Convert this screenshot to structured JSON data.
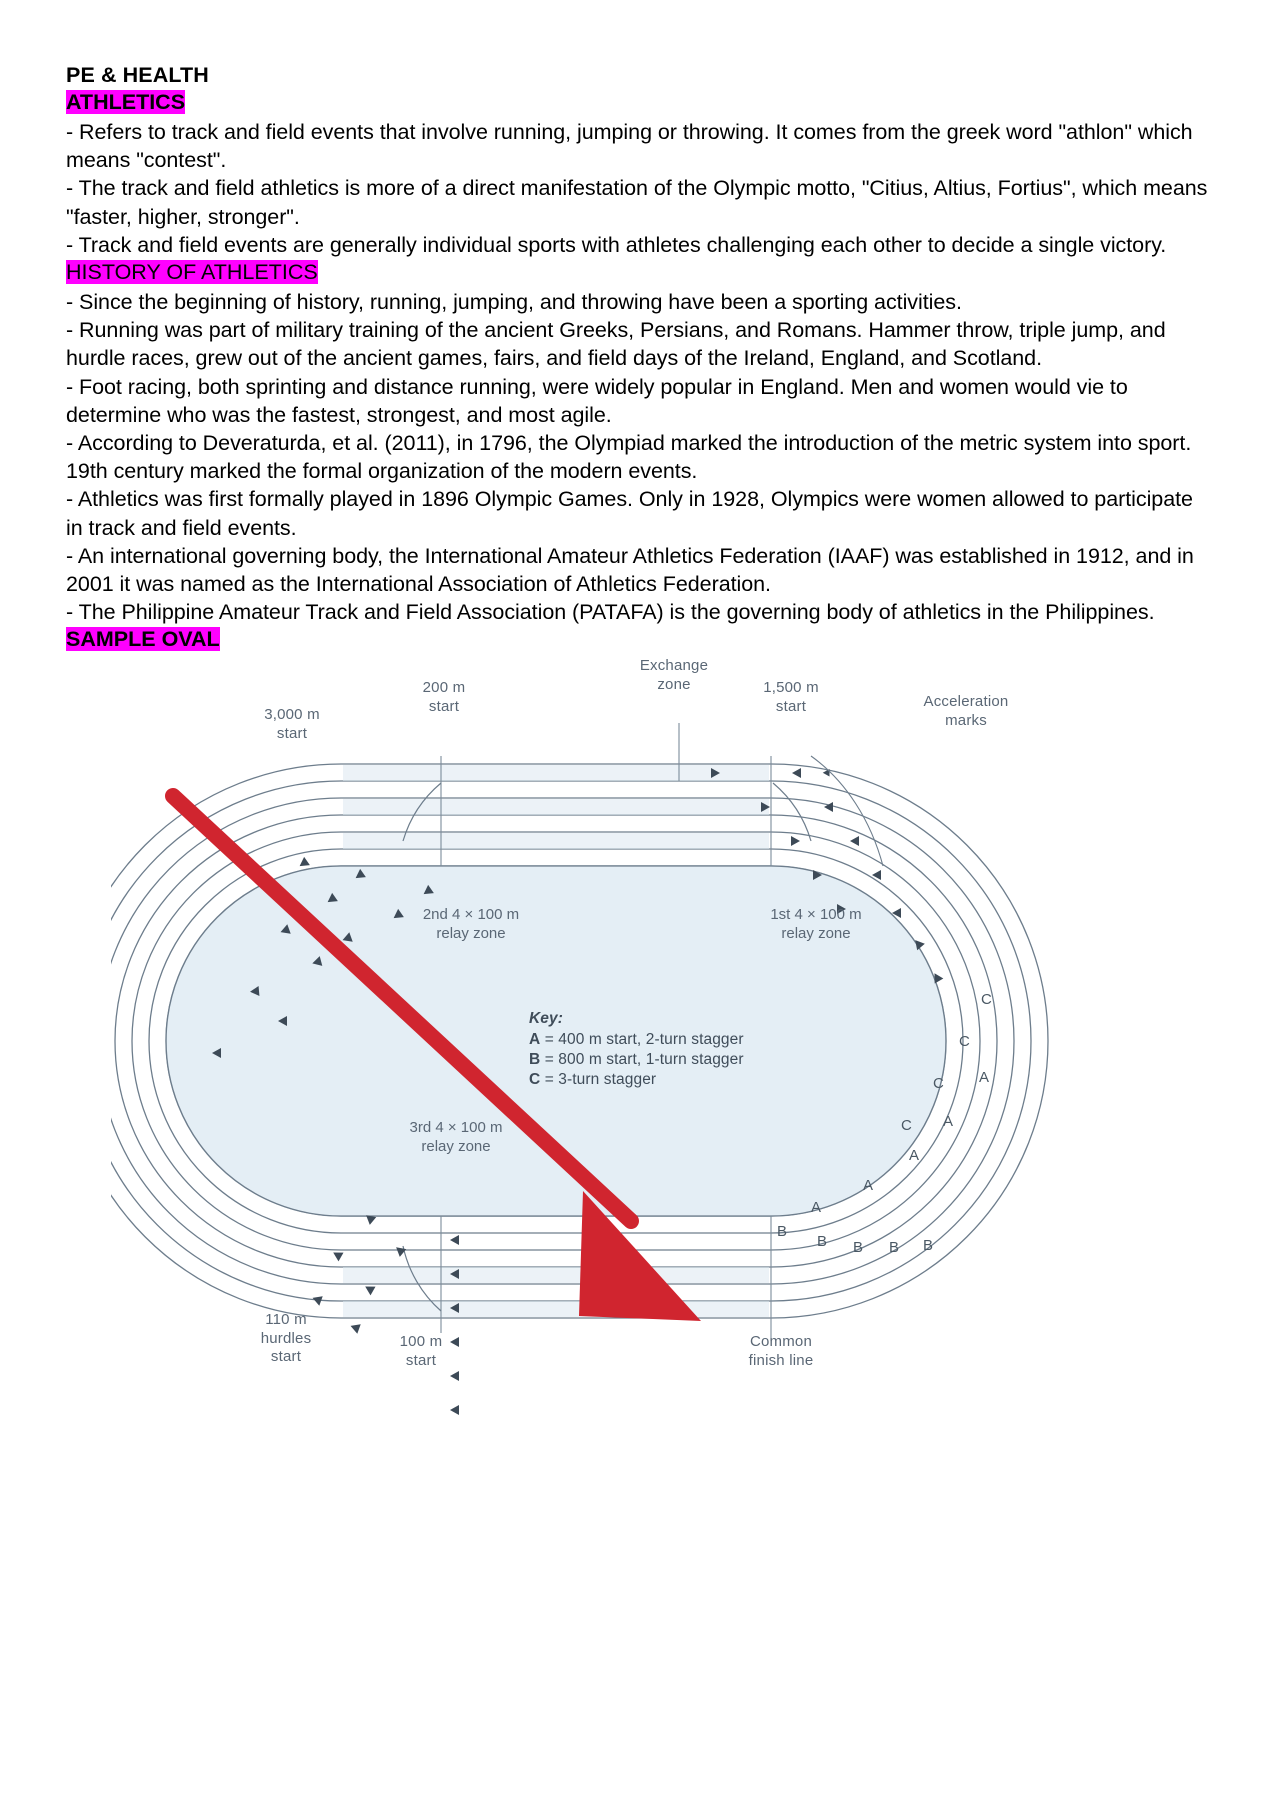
{
  "document": {
    "title": "PE & HEALTH",
    "highlight_color": "#ff00ff",
    "sections": [
      {
        "heading": "ATHLETICS",
        "heading_bold": true,
        "paragraphs": [
          "- Refers to track and field events that involve running, jumping or throwing. It comes from the greek word \"athlon\" which means \"contest\".",
          "- The track and field athletics is more of a direct manifestation of the Olympic motto, \"Citius, Altius, Fortius\", which means \"faster, higher, stronger\".",
          "- Track and field events are generally individual sports with athletes challenging each other to decide a single victory."
        ]
      },
      {
        "heading": "HISTORY OF ATHLETICS",
        "heading_bold": false,
        "paragraphs": [
          "- Since the beginning of history, running, jumping, and throwing have been a sporting activities.",
          "- Running was part of military training of the ancient Greeks, Persians, and Romans. Hammer throw, triple jump, and hurdle races, grew out of the ancient games, fairs, and field days of the Ireland, England, and Scotland.",
          "- Foot racing, both sprinting and distance running, were widely popular in England. Men and women would vie to determine who was the fastest, strongest, and most agile.",
          "- According to Deveraturda, et al. (2011), in 1796, the Olympiad marked the introduction of the metric system into sport. 19th century marked the formal organization of the modern events.",
          "- Athletics was first formally played in 1896 Olympic Games. Only in 1928, Olympics were women allowed to participate in track and field events.",
          "- An international governing body, the International Amateur Athletics Federation (IAAF) was established in 1912, and in 2001 it was named as the International Association of Athletics Federation.",
          "-  The Philippine Amateur Track and Field Association (PATAFA) is the governing body of athletics in the Philippines."
        ]
      },
      {
        "heading": "SAMPLE OVAL",
        "heading_bold": true,
        "paragraphs": []
      }
    ]
  },
  "figure": {
    "name": "running-track-oval-diagram",
    "labels": {
      "start_3000": "3,000 m\nstart",
      "start_200": "200 m\nstart",
      "exchange_zone": "Exchange\nzone",
      "start_1500": "1,500 m\nstart",
      "acceleration_marks": "Acceleration\nmarks",
      "relay_zone_2nd": "2nd 4 × 100 m\nrelay zone",
      "relay_zone_1st": "1st 4 × 100 m\nrelay zone",
      "relay_zone_3rd": "3rd 4 × 100 m\nrelay zone",
      "hurdles_110": "110 m\nhurdles\nstart",
      "start_100": "100 m\nstart",
      "common_finish_line": "Common\nfinish line"
    },
    "key": {
      "title": "Key:",
      "entries": [
        {
          "mark": "A",
          "text": "= 400 m start, 2-turn stagger"
        },
        {
          "mark": "B",
          "text": "= 800 m start, 1-turn stagger"
        },
        {
          "mark": "C",
          "text": "= 3-turn stagger"
        }
      ]
    },
    "stagger_marks": {
      "a": "A",
      "b": "B",
      "c": "C"
    },
    "annotation": {
      "type": "red-arrow",
      "color": "#d0252f",
      "description": "red arrow pointing to common finish line"
    }
  }
}
